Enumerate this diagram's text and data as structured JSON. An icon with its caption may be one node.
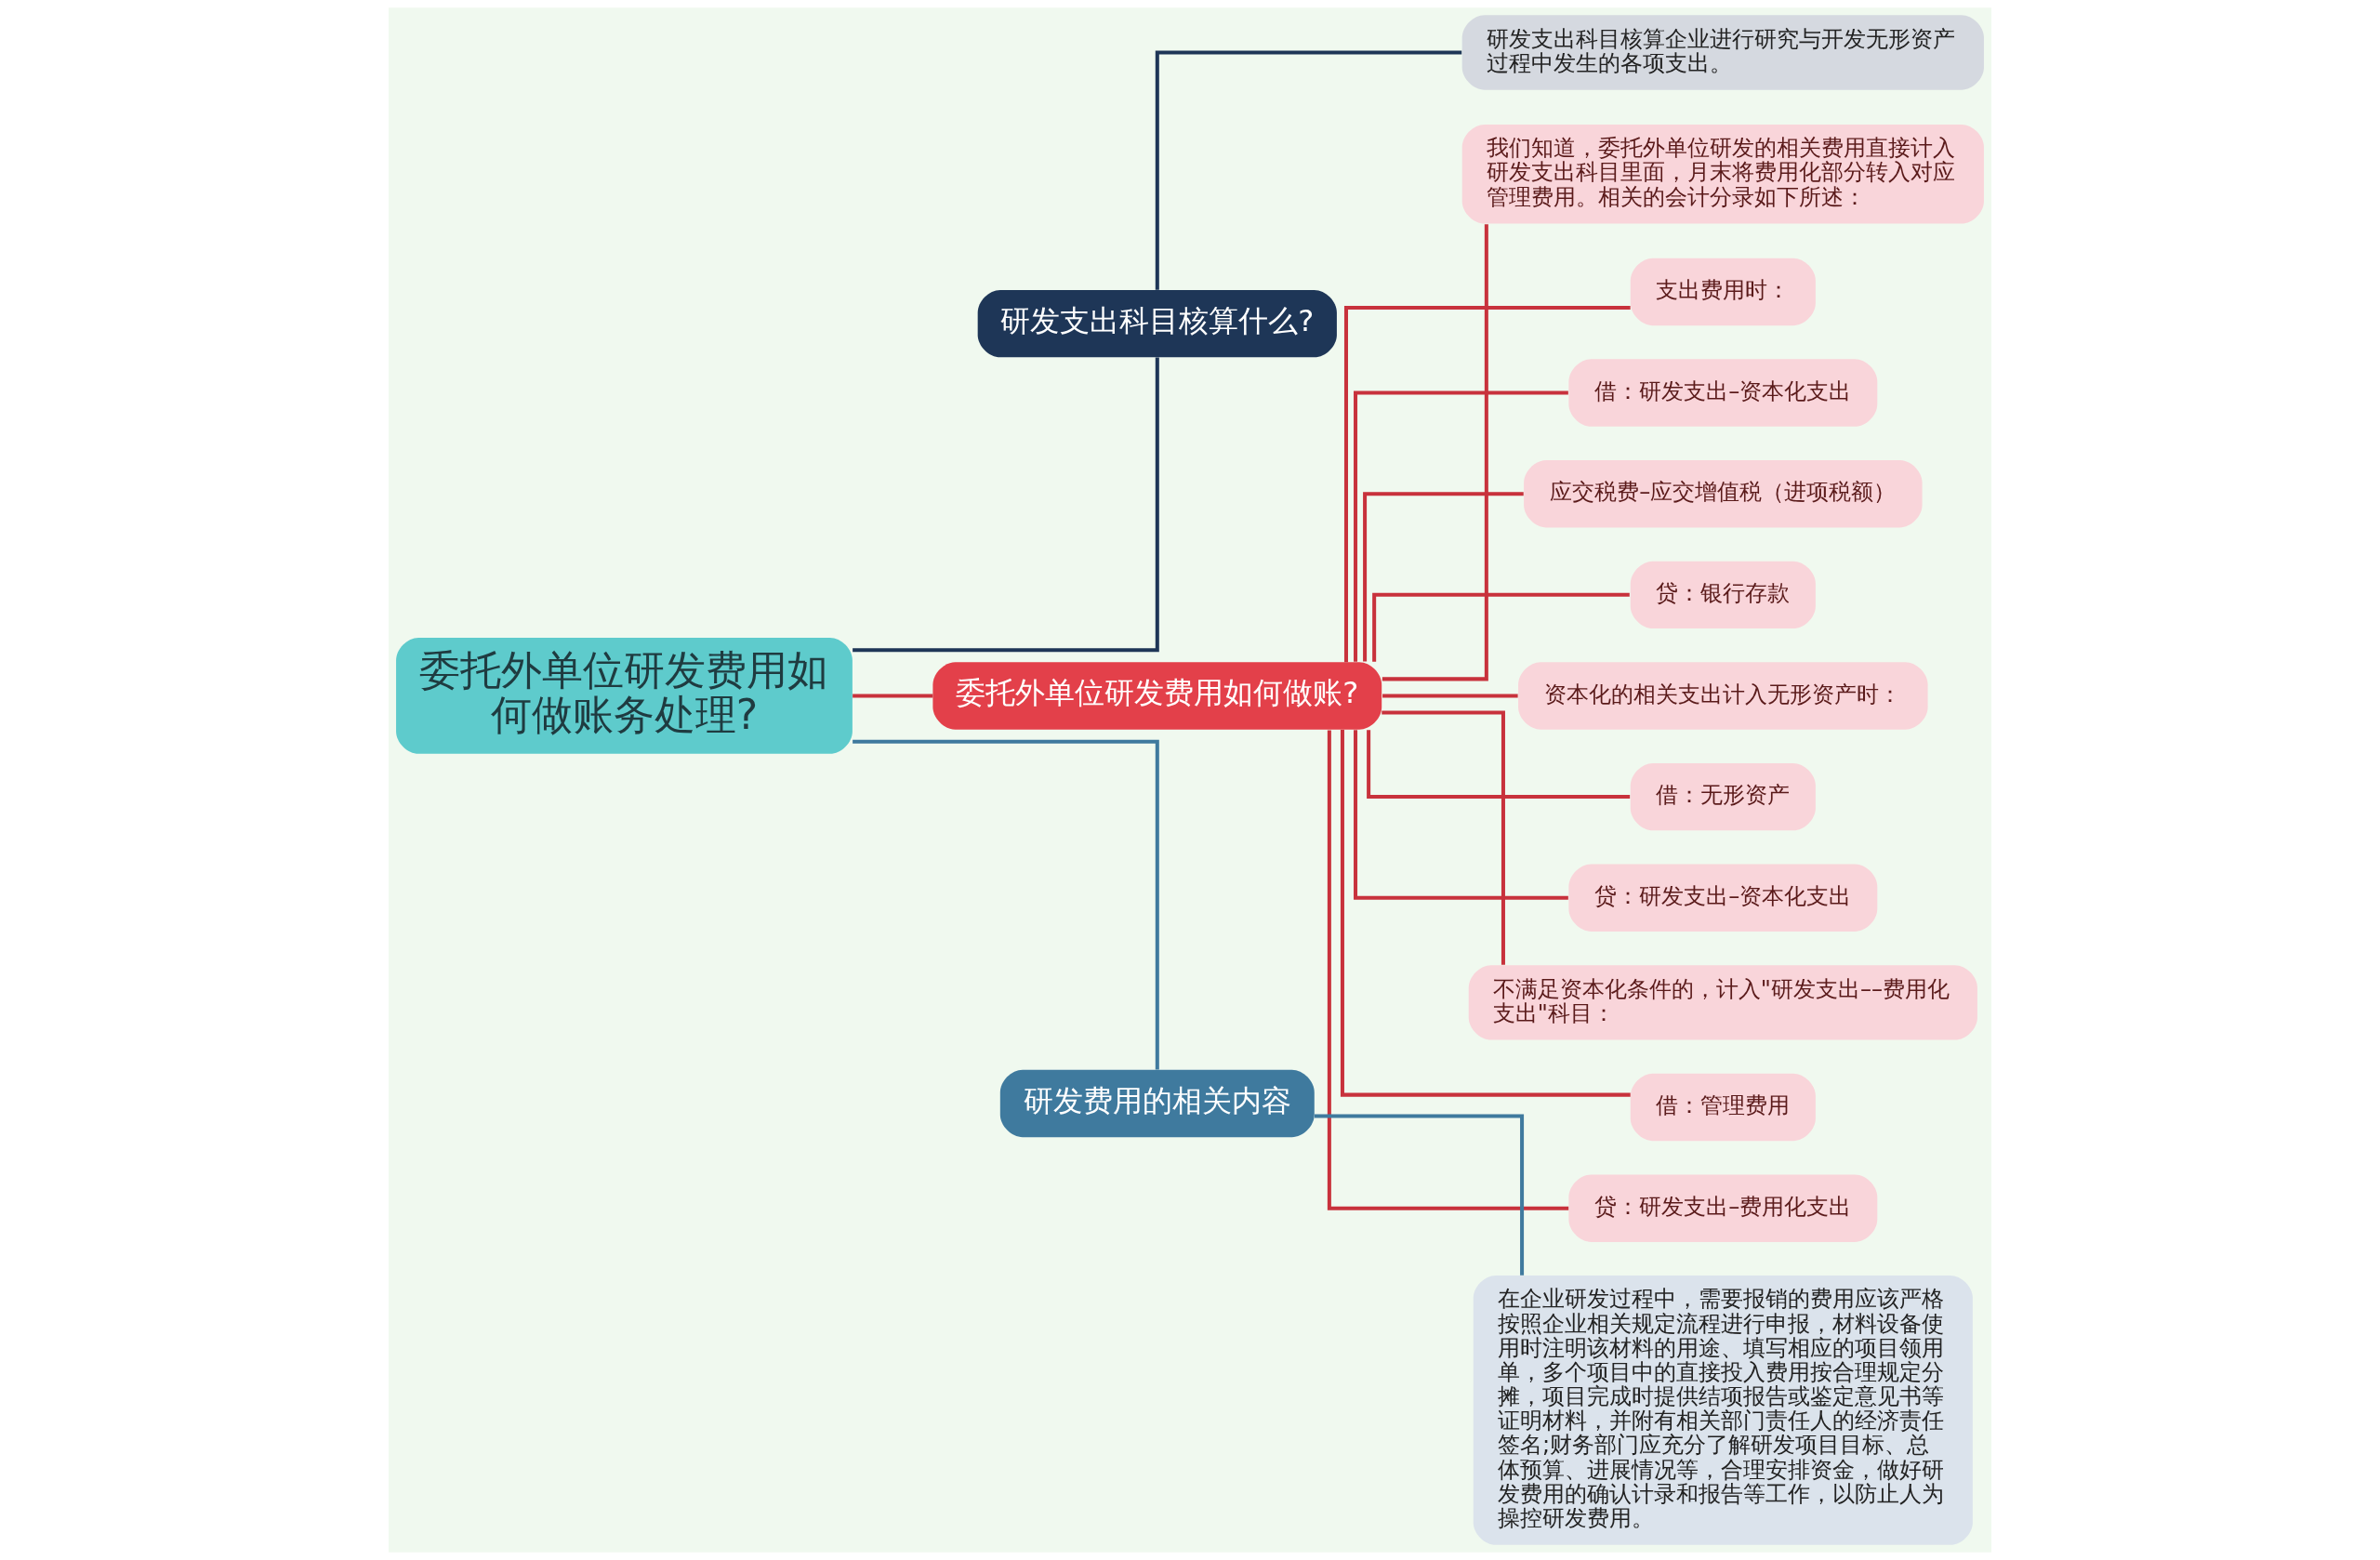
{
  "diagram": {
    "nodes": [
      {
        "text": [
          "委托外单位研发费用如何做账务处理?"
        ]
      },
      {
        "text": [
          "研发支出科目核算什么?"
        ]
      },
      {
        "text": [
          "研发支出科目核算企业进行研究与开发无形资产过程中发生的各项支出。"
        ]
      },
      {
        "text": [
          "委托外单位研发费用如何做账?"
        ]
      },
      {
        "text": [
          "我们知道，委托外单位研发的相关费用直接计入研发支出科目里面，月末将费用化部分转入对应管理费用。相关的会计分录如下所述："
        ]
      },
      {
        "text": [
          "支出费用时："
        ]
      },
      {
        "text": [
          "借：研发支出–资本化支出"
        ]
      },
      {
        "text": [
          "应交税费–应交增值税（进项税额）"
        ]
      },
      {
        "text": [
          "贷：银行存款"
        ]
      },
      {
        "text": [
          "资本化的相关支出计入无形资产时："
        ]
      },
      {
        "text": [
          "借：无形资产"
        ]
      },
      {
        "text": [
          "贷：研发支出–资本化支出"
        ]
      },
      {
        "text": [
          "不满足资本化条件的，计入\"研发支出––费用化支出\"科目："
        ]
      },
      {
        "text": [
          "借：管理费用"
        ]
      },
      {
        "text": [
          "贷：研发支出–费用化支出"
        ]
      },
      {
        "text": [
          "研发费用的相关内容"
        ]
      },
      {
        "text": [
          "在企业研发过程中，需要报销的费用应该严格按照企业相关规定流程进行申报，材料设备使用时注明该材料的用途、填写相应的项目领用单，多个项目中的直接投入费用按合理规定分摊，项目完成时提供结项报告或鉴定意见书等证明材料，并附有相关部门责任人的经济责任签名;财务部门应充分了解研发项目目标、总体预算、进展情况等，合理安排资金，做好研发费用的确认计录和报告等工作，以防止人为操控研发费用。"
        ]
      }
    ],
    "edges": [
      {
        "from": 0,
        "to": 1,
        "arrow": "none",
        "color": "#1e3657"
      },
      {
        "from": 1,
        "to": 2,
        "arrow": "none",
        "color": "#1e3657"
      },
      {
        "from": 0,
        "to": 3,
        "arrow": "none"
      },
      {
        "from": 3,
        "to": 4,
        "arrow": "none"
      },
      {
        "from": 3,
        "to": 5,
        "arrow": "none"
      },
      {
        "from": 3,
        "to": 6,
        "arrow": "none"
      },
      {
        "from": 3,
        "to": 7,
        "arrow": "none"
      },
      {
        "from": 3,
        "to": 8,
        "arrow": "none"
      },
      {
        "from": 3,
        "to": 9,
        "arrow": "none"
      },
      {
        "from": 3,
        "to": 10,
        "arrow": "none"
      },
      {
        "from": 3,
        "to": 11,
        "arrow": "none"
      },
      {
        "from": 3,
        "to": 12,
        "arrow": "none"
      },
      {
        "from": 3,
        "to": 13,
        "arrow": "none"
      },
      {
        "from": 3,
        "to": 14,
        "arrow": "none"
      },
      {
        "from": 0,
        "to": 15,
        "arrow": "none",
        "color": "#3f7a9e"
      },
      {
        "from": 15,
        "to": 16,
        "arrow": "none",
        "color": "#3f7a9e"
      }
    ]
  }
}
